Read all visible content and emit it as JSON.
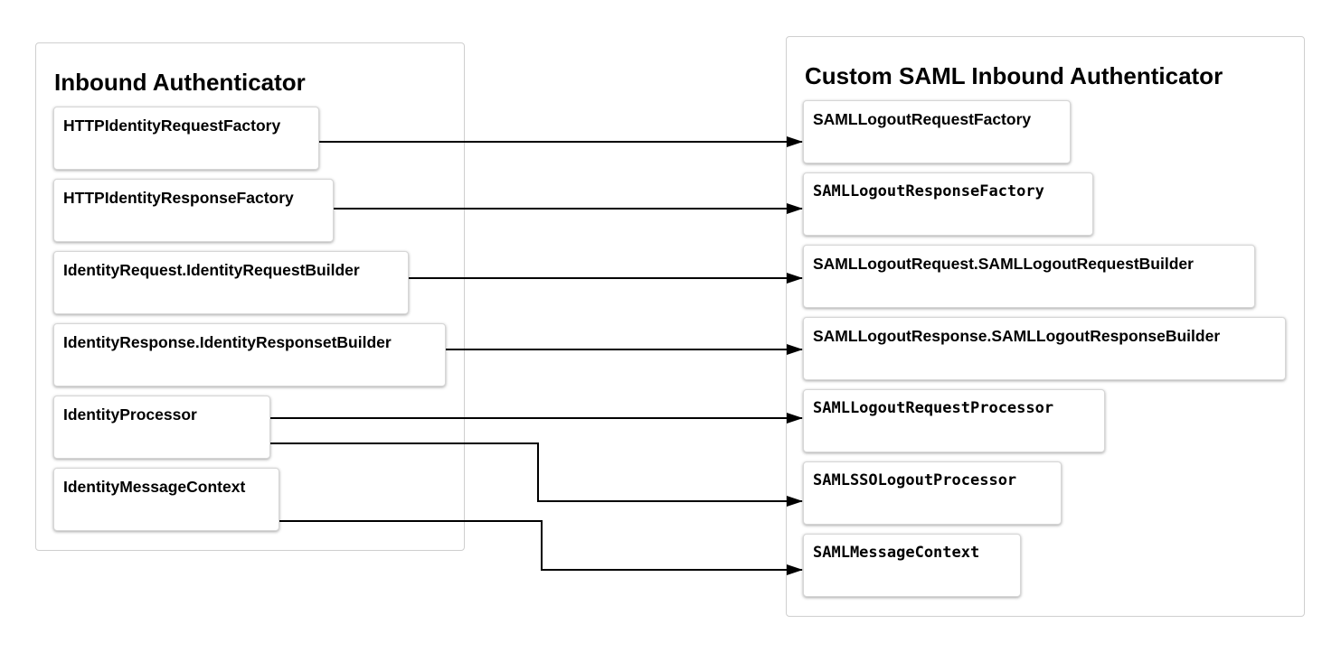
{
  "left_panel": {
    "title": "Inbound Authenticator",
    "items": [
      "HTTPIdentityRequestFactory",
      "HTTPIdentityResponseFactory",
      "IdentityRequest.IdentityRequestBuilder",
      "IdentityResponse.IdentityResponsetBuilder",
      "IdentityProcessor",
      "IdentityMessageContext"
    ]
  },
  "right_panel": {
    "title": "Custom SAML Inbound Authenticator",
    "items": [
      "SAMLLogoutRequestFactory",
      "SAMLLogoutResponseFactory",
      "SAMLLogoutRequest.SAMLLogoutRequestBuilder",
      "SAMLLogoutResponse.SAMLLogoutResponseBuilder",
      "SAMLLogoutRequestProcessor",
      "SAMLSSOLogoutProcessor",
      "SAMLMessageContext"
    ]
  },
  "edges": [
    {
      "from": 0,
      "to": 0
    },
    {
      "from": 1,
      "to": 1
    },
    {
      "from": 2,
      "to": 2
    },
    {
      "from": 3,
      "to": 3
    },
    {
      "from": 4,
      "to": 4
    },
    {
      "from": 4,
      "to": 5
    },
    {
      "from": 5,
      "to": 6
    }
  ],
  "colors": {
    "line": "#000000",
    "panel_border": "#cfcfcf",
    "node_border": "#d6d6d6"
  }
}
